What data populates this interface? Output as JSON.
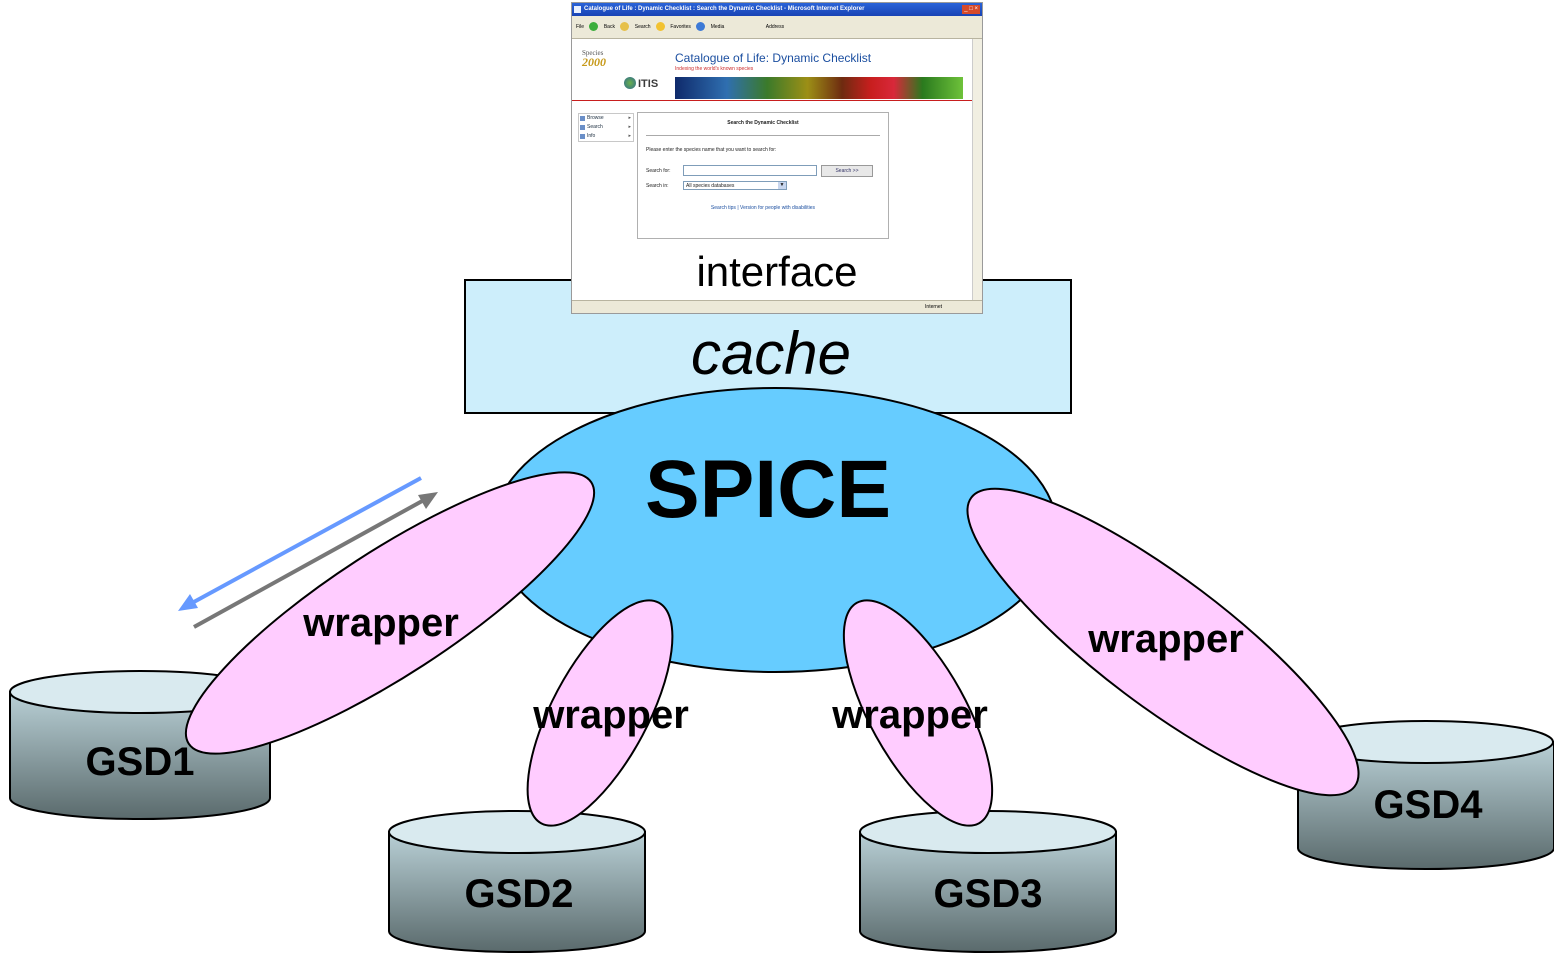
{
  "colors": {
    "cache_fill": "#cdeefb",
    "spice_fill": "#66ccff",
    "wrapper_fill": "#ffccff",
    "db_top": "#d9eaef",
    "db_gradient_start": "#b9d0d6",
    "db_gradient_end": "#5a6a6c",
    "arrow_blue": "#6699ff",
    "arrow_gray": "#777777"
  },
  "diagram": {
    "interface_label": "interface",
    "cache_label": "cache",
    "spice_label": "SPICE",
    "wrappers": [
      "wrapper",
      "wrapper",
      "wrapper",
      "wrapper"
    ],
    "databases": [
      "GSD1",
      "GSD2",
      "GSD3",
      "GSD4"
    ]
  },
  "browser": {
    "window_title": "Catalogue of Life : Dynamic Checklist : Search the Dynamic Checklist - Microsoft Internet Explorer",
    "window_buttons": "_ □ ×",
    "toolbar": [
      "File",
      "Back",
      "Search",
      "Favorites",
      "Media",
      "Address"
    ],
    "status_zone": "Internet",
    "logo_species": "Species",
    "logo_year": "2000",
    "logo_itis": "ITIS",
    "site_title": "Catalogue of Life: Dynamic Checklist",
    "site_subtitle": "Indexing the world's known species",
    "nav": [
      "Browse",
      "Search",
      "Info"
    ],
    "search_heading": "Search the Dynamic Checklist",
    "search_prompt": "Please enter the species name that you want to search for:",
    "search_for_label": "Search for:",
    "search_button": "Search >>",
    "search_in_label": "Search in:",
    "search_in_value": "All species databases",
    "links": "Search tips | Version for people with disabilities"
  }
}
